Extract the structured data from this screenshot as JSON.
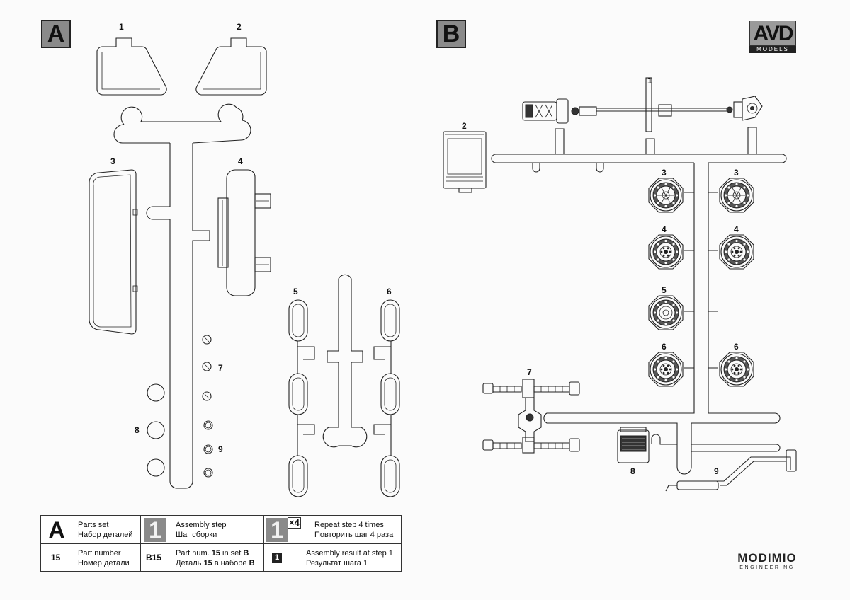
{
  "sprue_a": {
    "label": "A",
    "part_numbers": [
      "1",
      "2",
      "3",
      "4",
      "5",
      "6",
      "7",
      "8",
      "9"
    ]
  },
  "sprue_b": {
    "label": "B",
    "part_numbers": [
      "1",
      "2",
      "3",
      "3",
      "4",
      "4",
      "5",
      "6",
      "6",
      "7",
      "8",
      "9"
    ]
  },
  "brand_logo": {
    "top": "AVD",
    "bottom": "MODELS"
  },
  "legend": {
    "parts_set": {
      "symbol": "A",
      "en": "Parts set",
      "ru": "Набор деталей"
    },
    "assembly_step": {
      "symbol": "1",
      "en": "Assembly step",
      "ru": "Шаг сборки"
    },
    "repeat_step": {
      "symbol": "1",
      "multiplier": "×4",
      "en": "Repeat step 4 times",
      "ru": "Повторить шаг 4 раза"
    },
    "part_number": {
      "symbol": "15",
      "en": "Part number",
      "ru": "Номер детали"
    },
    "part_in_set": {
      "symbol": "B15",
      "en_prefix": "Part num. ",
      "en_num": "15",
      "en_mid": " in set ",
      "en_set": "B",
      "ru_prefix": "Деталь ",
      "ru_num": "15",
      "ru_mid": " в наборе ",
      "ru_set": "B"
    },
    "assembly_result": {
      "symbol": "1",
      "en": "Assembly result at step 1",
      "ru": "Результат шага 1"
    }
  },
  "maker": {
    "name": "MODIMIO",
    "sub": "ENGINEERING"
  },
  "colors": {
    "label_box": "#8a8a8a",
    "ink": "#222222",
    "paper": "#fbfbfb"
  }
}
